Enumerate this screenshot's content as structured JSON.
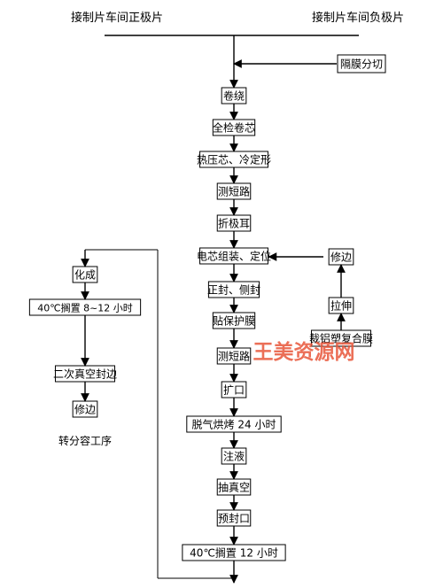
{
  "header": {
    "left_title": "接制片车间正极片",
    "right_title": "接制片车间负极片"
  },
  "main_flow": [
    "卷绕",
    "全检卷芯",
    "热压芯、冷定形",
    "测短路",
    "折极耳",
    "电芯组装、定位",
    "正封、侧封",
    "贴保护膜",
    "测短路",
    "扩口",
    "脱气烘烤 24 小时",
    "注液",
    "抽真空",
    "预封口",
    "40℃搁置 12 小时"
  ],
  "separator": {
    "label": "隔膜分切"
  },
  "aluminum_flow": [
    "裁铝塑复合膜",
    "拉伸",
    "修边"
  ],
  "left_flow": {
    "steps": [
      "化成",
      "40℃搁置 8~12 小时",
      "二次真空封边",
      "修边"
    ],
    "end_label": "转分容工序"
  },
  "watermark": {
    "text": "王美资源网",
    "color": "#e8563a"
  },
  "colors": {
    "line": "#000000",
    "box_border": "#000000"
  }
}
